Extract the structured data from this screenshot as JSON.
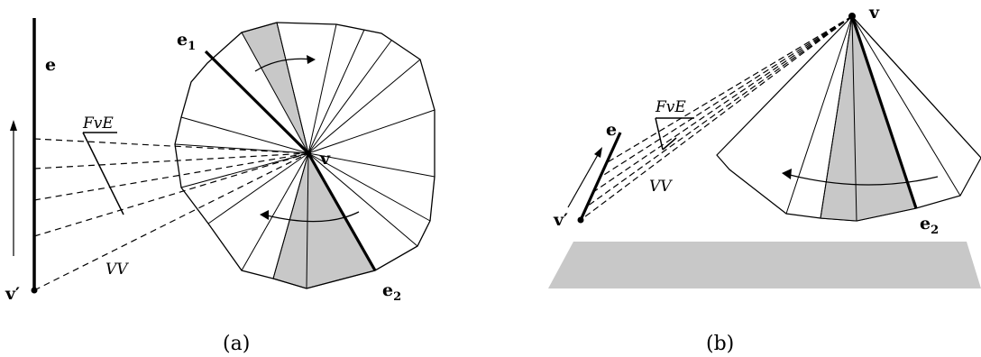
{
  "panel_a": {
    "caption": "(a)",
    "labels": {
      "e": "e",
      "v_prime": "v′",
      "fve": "FvE",
      "vv": "VV",
      "v": "v",
      "e1": "e",
      "e1_sub": "1",
      "e2": "e",
      "e2_sub": "2"
    }
  },
  "panel_b": {
    "caption": "(b)",
    "labels": {
      "e": "e",
      "v_prime": "v′",
      "fve": "FvE",
      "vv": "VV",
      "v": "v",
      "e2": "e",
      "e2_sub": "2"
    }
  },
  "colors": {
    "stroke": "#000000",
    "shade": "#c8c8c8",
    "background": "#ffffff"
  }
}
